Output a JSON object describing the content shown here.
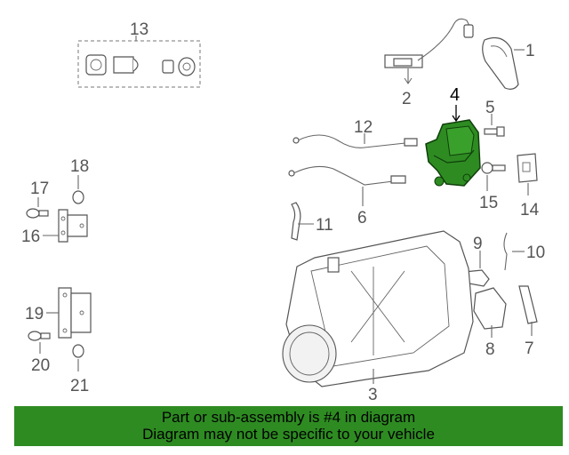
{
  "callouts": {
    "c1": "1",
    "c2": "2",
    "c3": "3",
    "c4": "4",
    "c5": "5",
    "c6": "6",
    "c7": "7",
    "c8": "8",
    "c9": "9",
    "c10": "10",
    "c11": "11",
    "c12": "12",
    "c13": "13",
    "c14": "14",
    "c15": "15",
    "c16": "16",
    "c17": "17",
    "c18": "18",
    "c19": "19",
    "c20": "20",
    "c21": "21"
  },
  "highlight_color": "#2e8b22",
  "banner": {
    "line1": "Part or sub-assembly is #4 in diagram",
    "line2": "Diagram may not be specific to your vehicle"
  }
}
